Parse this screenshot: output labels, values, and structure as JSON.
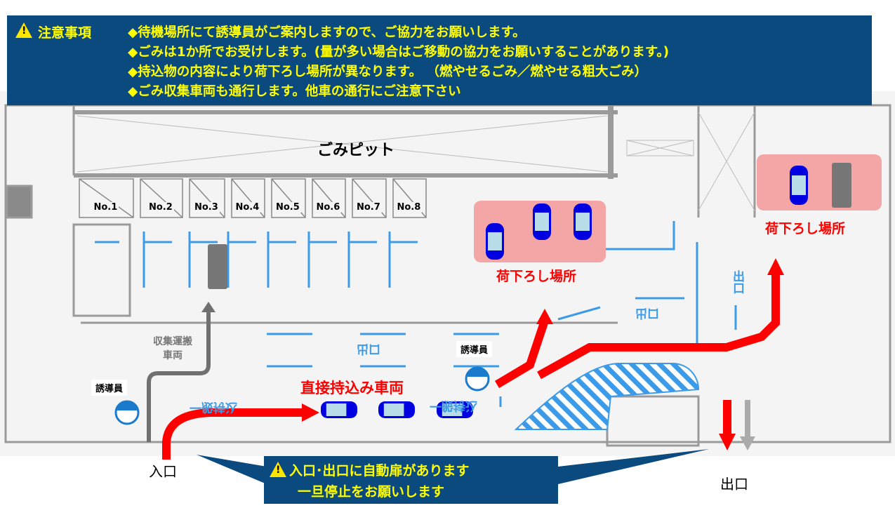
{
  "notice": {
    "title": "注意事項",
    "icon": "warning-icon",
    "lines": [
      "◆待機場所にて誘導員がご案内しますので、ご協力をお願いします。",
      "◆ごみは1か所でお受けします。(量が多い場合はご移動の協力をお願いすることがあります。)",
      "◆持込物の内容により荷下ろし場所が異なります。 （燃やせるごみ／燃やせる粗大ごみ）",
      "◆ごみ収集車両も通行します。他車の通行にご注意下さい"
    ]
  },
  "plan": {
    "pit_label": "ごみピット",
    "bays": [
      "No.1",
      "No.2",
      "No.3",
      "No.4",
      "No.5",
      "No.6",
      "No.7",
      "No.8"
    ],
    "unload_label_center": "荷下ろし場所",
    "unload_label_right": "荷下ろし場所",
    "collection_vehicle_label": "収集運搬\n車両",
    "direct_vehicle_label": "直接持込み車両",
    "guide_label_left": "誘導員",
    "guide_label_center": "誘導員",
    "floor_marking_exit": "出口",
    "floor_marking_general": "一般持込",
    "entrance_label": "入口",
    "exit_label": "出口"
  },
  "callout": {
    "line1": "入口･出口に自動扉があります",
    "line2": "一旦停止をお願いします"
  },
  "colors": {
    "banner": "#0b4a7e",
    "text_yellow": "#ffff00",
    "arrow_red": "#ff0000",
    "unload_pink": "#f4a6a6",
    "floor_blue": "#3c9be8"
  }
}
